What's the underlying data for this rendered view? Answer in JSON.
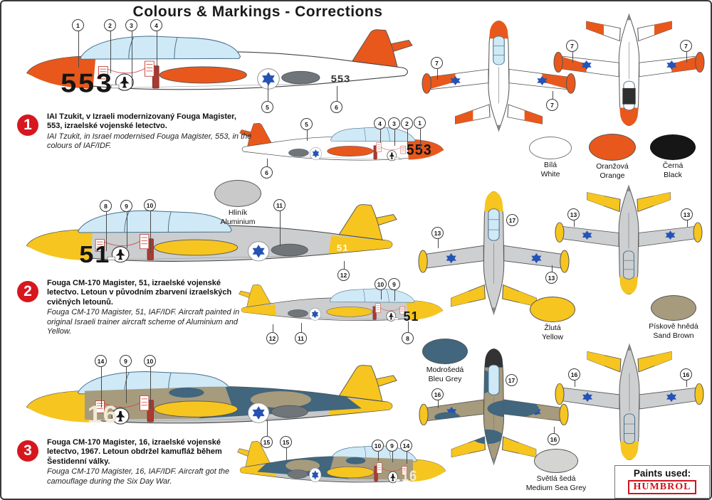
{
  "title": "Colours & Markings - Corrections",
  "sections": [
    {
      "number": "1",
      "heading_cz": "IAI Tzukit, v Izraeli modernizovaný Fouga Magister, 553, izraelské vojenské letectvo.",
      "heading_en": "IAI Tzukit, in Israel modernised Fouga Magister, 553, in the colours of IAF/IDF.",
      "code": "553"
    },
    {
      "number": "2",
      "heading_cz": "Fouga CM-170 Magister, 51, izraelské vojenské letectvo. Letoun v původním zbarvení izraelských cvičných letounů.",
      "heading_en": "Fouga CM-170 Magister, 51, IAF/IDF. Aircraft painted in original Israeli trainer aircraft scheme of Aluminium and Yellow.",
      "code": "51"
    },
    {
      "number": "3",
      "heading_cz": "Fouga CM-170 Magister, 16, izraelské vojenské letectvo, 1967. Letoun obdržel kamufláž během Šestidenní války.",
      "heading_en": "Fouga CM-170 Magister, 16, IAF/IDF. Aircraft got the camouflage during the Six Day War.",
      "code": "16"
    }
  ],
  "swatches": [
    {
      "cz": "Bílá",
      "en": "White",
      "hex": "#ffffff"
    },
    {
      "cz": "Oranžová",
      "en": "Orange",
      "hex": "#e8581c"
    },
    {
      "cz": "Černá",
      "en": "Black",
      "hex": "#161616"
    },
    {
      "cz": "Hliník",
      "en": "Aluminium",
      "hex": "#c9c9c9"
    },
    {
      "cz": "Žlutá",
      "en": "Yellow",
      "hex": "#f6c51f"
    },
    {
      "cz": "Pískově hnědá",
      "en": "Sand Brown",
      "hex": "#a79b7d"
    },
    {
      "cz": "Modrošedá",
      "en": "Bleu Grey",
      "hex": "#41667d"
    },
    {
      "cz": "Světlá šedá",
      "en": "Medium Sea Grey",
      "hex": "#d4d4d2"
    }
  ],
  "callouts": {
    "n1": "1",
    "n2": "2",
    "n3": "3",
    "n4": "4",
    "n5": "5",
    "n6": "6",
    "n7": "7",
    "n8": "8",
    "n9": "9",
    "n10": "10",
    "n11": "11",
    "n12": "12",
    "n13": "13",
    "n14": "14",
    "n15": "15",
    "n16": "16",
    "n17": "17"
  },
  "footer": {
    "paints_label": "Paints used:",
    "brand": "HUMBROL"
  }
}
